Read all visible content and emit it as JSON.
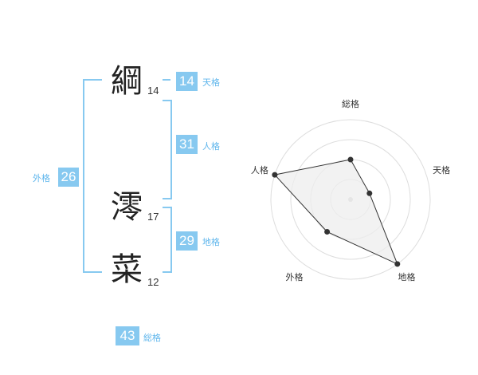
{
  "name": {
    "chars": [
      {
        "char": "綱",
        "strokes": "14"
      },
      {
        "char": "澪",
        "strokes": "17"
      },
      {
        "char": "菜",
        "strokes": "12"
      }
    ]
  },
  "fortunes": {
    "tenkaku": {
      "value": "14",
      "label": "天格"
    },
    "jinkaku": {
      "value": "31",
      "label": "人格"
    },
    "chikaku": {
      "value": "29",
      "label": "地格"
    },
    "gaikaku": {
      "value": "26",
      "label": "外格"
    },
    "soukaku": {
      "value": "43",
      "label": "総格"
    }
  },
  "chart_data": {
    "type": "radar",
    "axes": [
      "総格",
      "天格",
      "地格",
      "外格",
      "人格"
    ],
    "values": [
      2,
      1,
      4,
      2,
      4
    ],
    "range": [
      0,
      4
    ],
    "rings": 4,
    "colors": {
      "fill": "#eeeeee",
      "line": "#333333",
      "grid": "#dddddd",
      "center": "#cccccc"
    }
  },
  "colors": {
    "accent": "#87c9f0",
    "label": "#5fb6ec"
  }
}
